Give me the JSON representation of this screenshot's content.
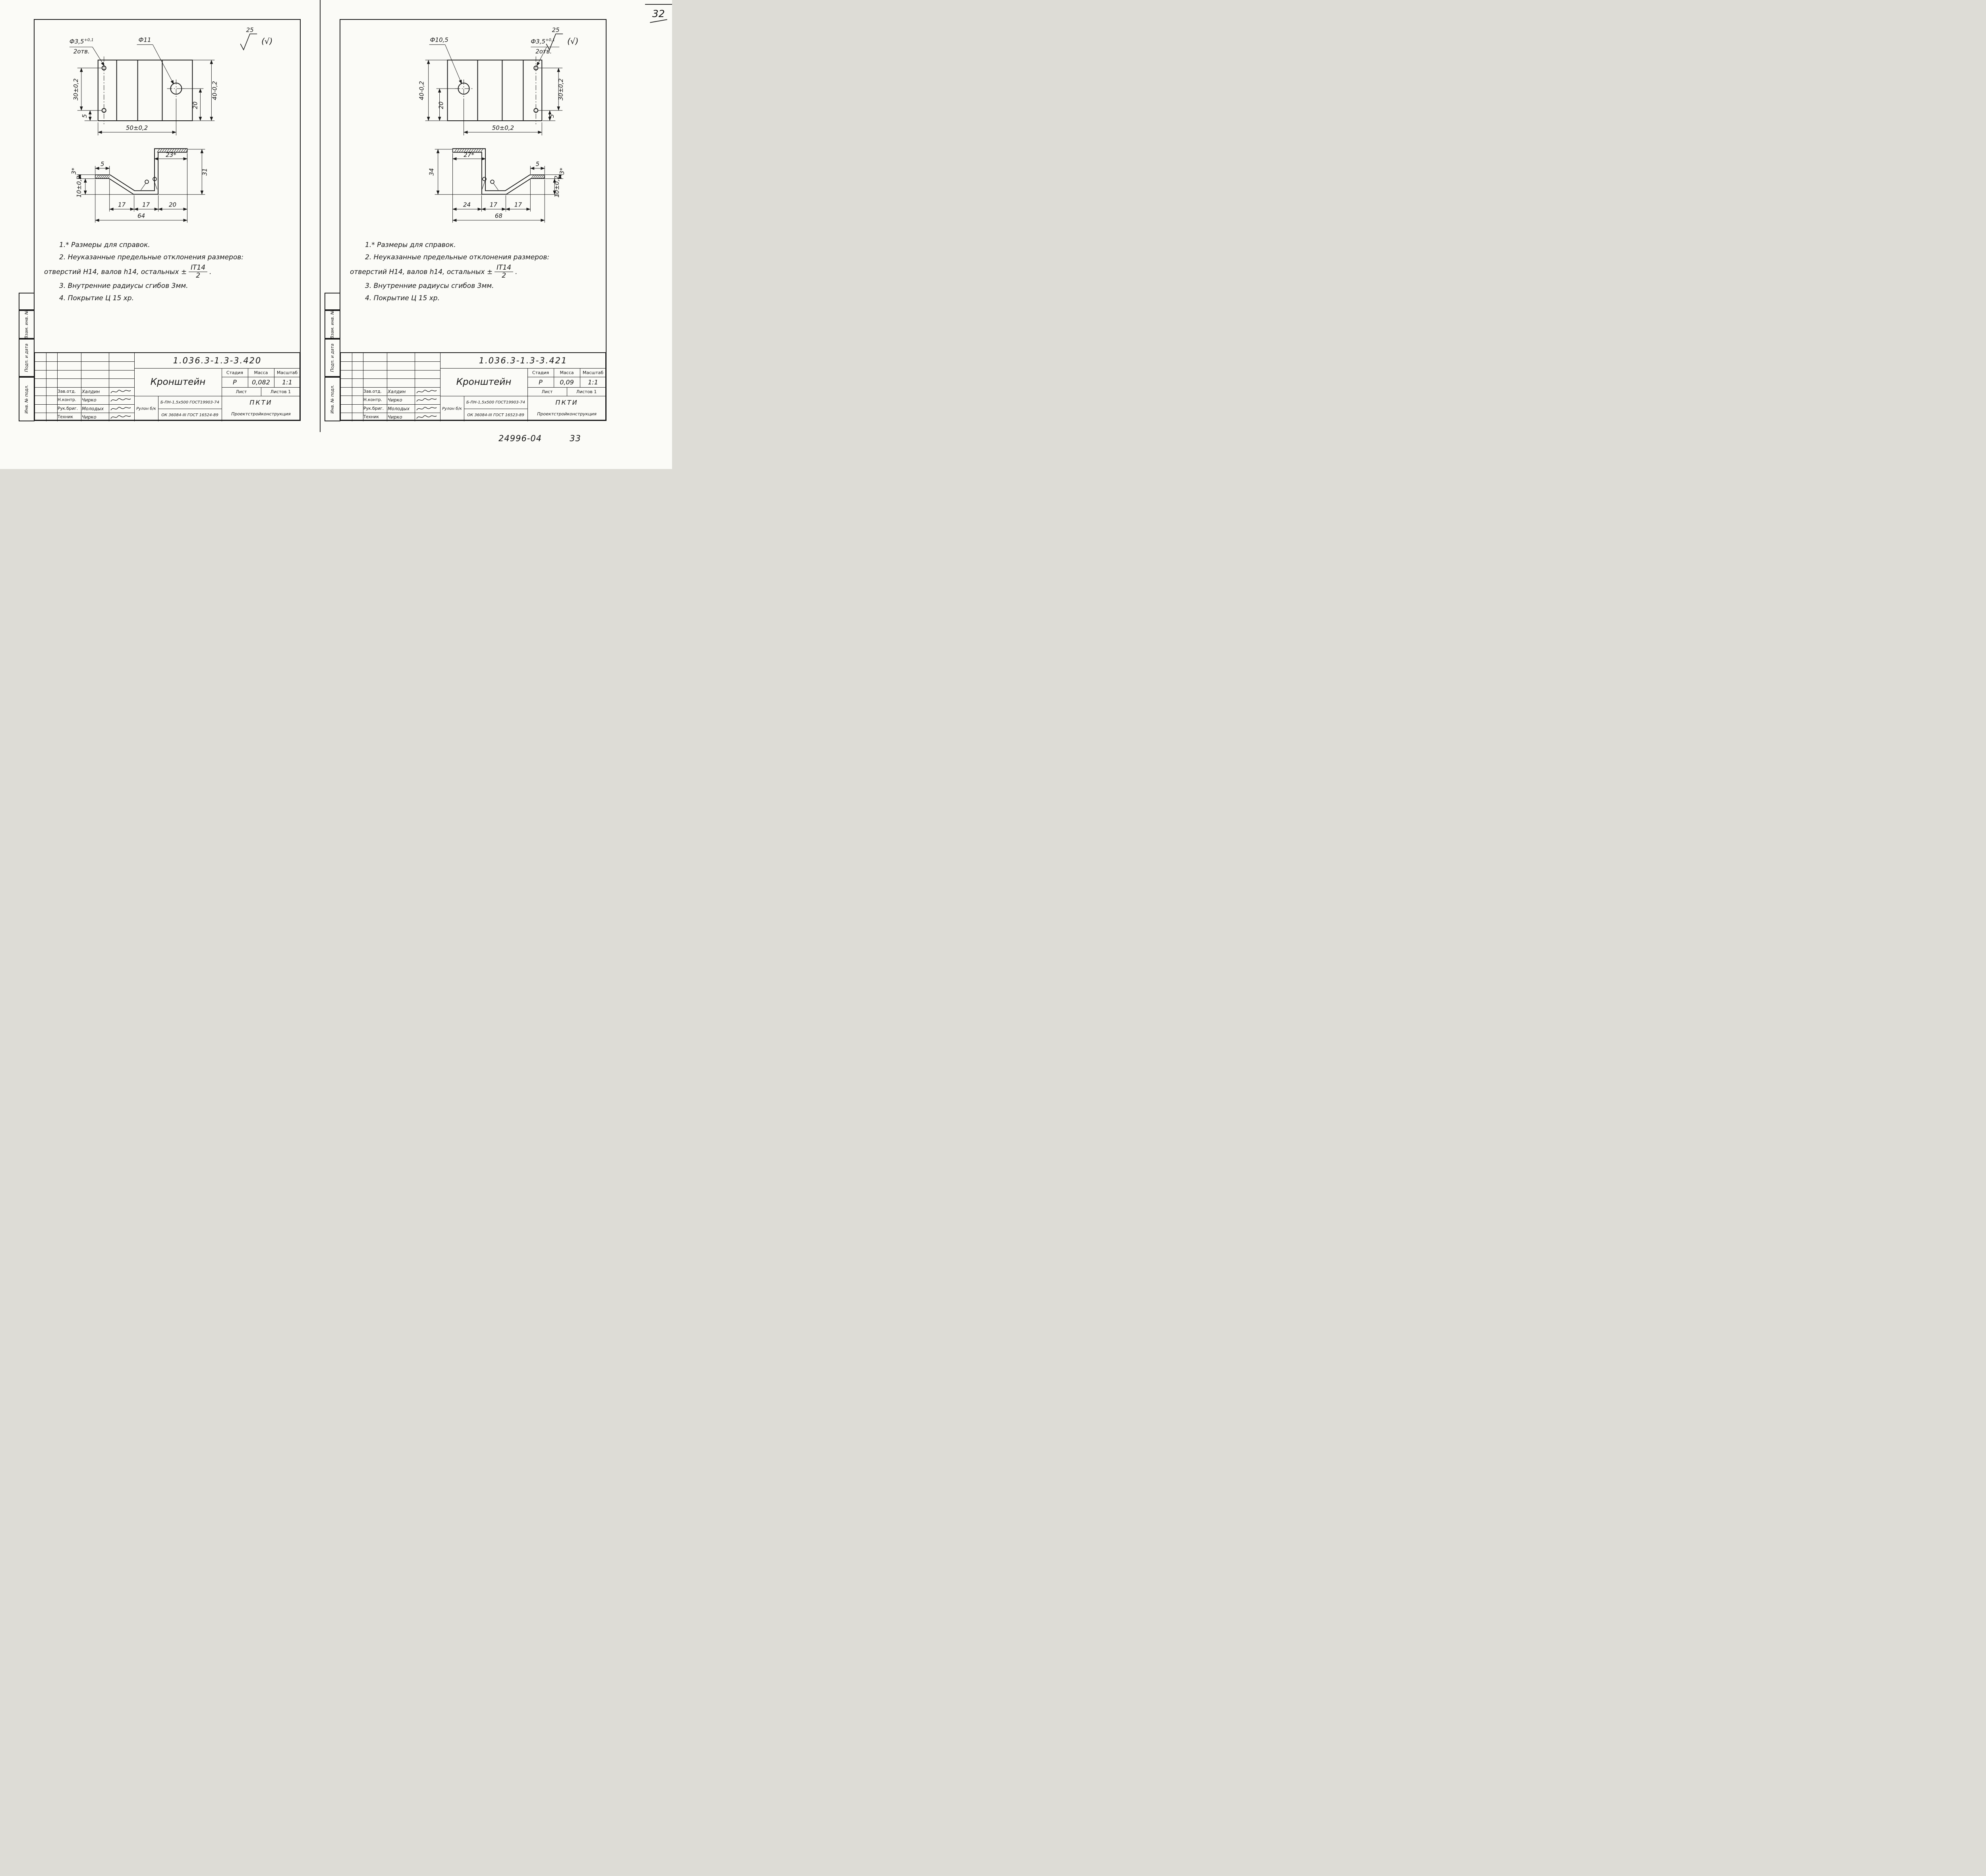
{
  "page": {
    "corner_number": "32",
    "footer_code": "24996-04",
    "footer_page": "33"
  },
  "margin_labels": {
    "inv": "Инв. № подл.",
    "podp": "Подп. и дата",
    "vzam": "Взам. инв. №"
  },
  "roughness": {
    "value": "25",
    "bracket_mark": "(√)"
  },
  "notes": {
    "n1": "1.* Размеры  для  справок.",
    "n2": "2. Неуказанные  предельные  отклонения  размеров:",
    "n3": "отверстий Н14, валов h14, остальных ±",
    "frac_top": "IT14",
    "frac_bot": "2",
    "n3_end": ".",
    "n4": "3. Внутренние  радиусы  сгибов  3мм.",
    "n5": "4. Покрытие  Ц 15 хр."
  },
  "title_labels": {
    "stage_h": "Стадия",
    "mass_h": "Масса",
    "scale_h": "Масштаб",
    "sheet_h": "Лист",
    "sheets_h": "Листов 1",
    "org_name": "ПКТИ",
    "org_sub": "Проектстройконструкция",
    "sign_rows": [
      {
        "role": "Зав.отд.",
        "name": "Халдин"
      },
      {
        "role": "Н.контр.",
        "name": "Чирко"
      },
      {
        "role": "Рук.бриг.",
        "name": "Молодых"
      },
      {
        "role": "Техник",
        "name": "Чирко"
      }
    ]
  },
  "sheet_a": {
    "doc_number": "1.036.3-1.3-3.420",
    "part_name": "Кронштейн",
    "stage": "Р",
    "mass": "0,082",
    "scale": "1:1",
    "material_label": "Рулон б/к",
    "material_line1": "Б-ПН-1,5х500 ГОСТ19903-74",
    "material_line2": "ОК 36084-III ГОСТ 16524-89",
    "top_view": {
      "small_hole": "Ф3,5",
      "small_hole_tol": "+0,1",
      "small_hole_qty": "2отв.",
      "big_hole": "Ф11",
      "d30": "30±0,2",
      "d5": "5",
      "d20": "20",
      "d40": "40-0,2",
      "d50": "50±0,2"
    },
    "profile": {
      "d5": "5",
      "d3": "3*",
      "d23": "23*",
      "d31": "31",
      "d10": "10±0,2",
      "b1": "17",
      "b2": "17",
      "b3": "20",
      "total": "64"
    }
  },
  "sheet_b": {
    "doc_number": "1.036.3-1.3-3.421",
    "part_name": "Кронштейн",
    "stage": "Р",
    "mass": "0,09",
    "scale": "1:1",
    "material_label": "Рулон б/к",
    "material_line1": "Б-ПН-1,5х500 ГОСТ19903-74",
    "material_line2": "ОК 36084-III ГОСТ 16523-89",
    "top_view": {
      "big_hole": "Ф10,5",
      "small_hole": "Ф3,5",
      "small_hole_tol": "+0,1",
      "small_hole_qty": "2отв.",
      "d40": "40-0,2",
      "d20": "20",
      "d30": "30±0,2",
      "d5": "5",
      "d50": "50±0,2"
    },
    "profile": {
      "d27": "27*",
      "d34": "34",
      "d5": "5",
      "d3": "3*",
      "d10": "10±0,2",
      "b1": "24",
      "b2": "17",
      "b3": "17",
      "total": "68"
    }
  }
}
